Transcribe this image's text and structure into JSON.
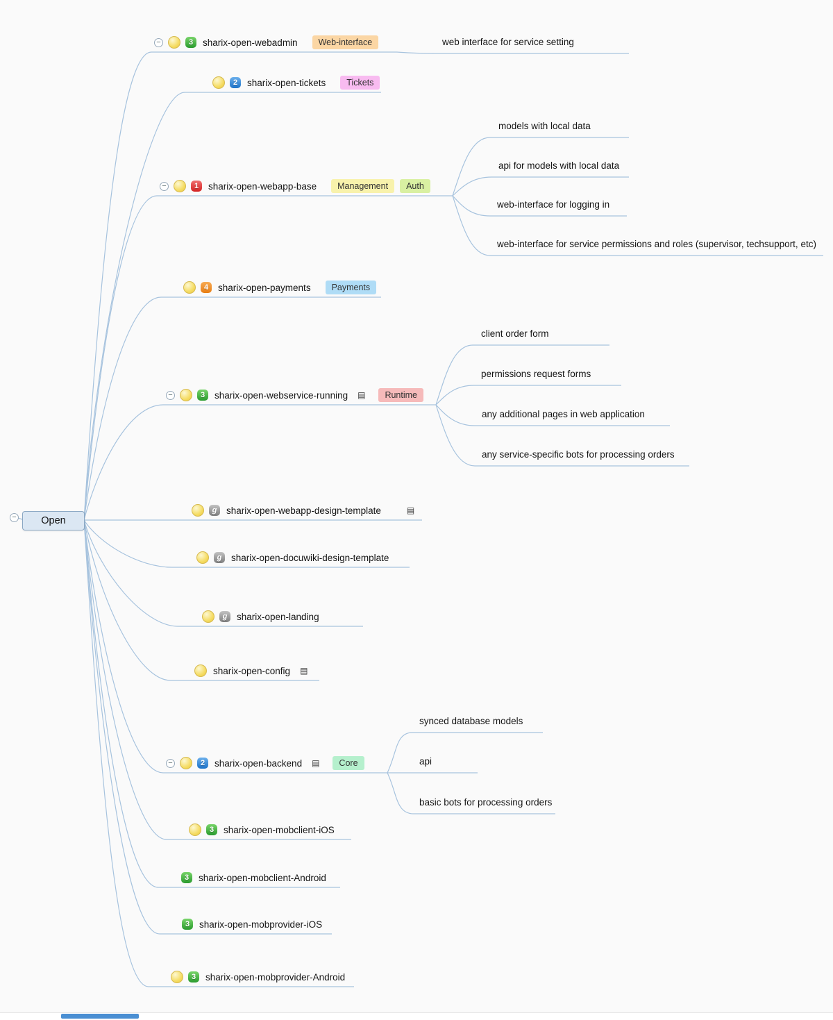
{
  "root": {
    "label": "Open"
  },
  "icons": {
    "collapse_glyph": "−",
    "note_glyph": "▤"
  },
  "colors": {
    "background": "#fafafa",
    "edge": "#a7c3de",
    "root_bg": "#dbe7f3",
    "idea_icon_yellow": "#f5dc64",
    "priority_green": "#2a9b2e",
    "priority_blue": "#1d72c8",
    "priority_red": "#d42222",
    "priority_orange": "#e87d12",
    "priority_gray": "#7e7e7e",
    "tag_web_interface": "#fbd6a4",
    "tag_tickets": "#f8bbf0",
    "tag_management": "#f8f2ac",
    "tag_auth": "#d9f0a2",
    "tag_payments": "#afdcf6",
    "tag_runtime": "#f6baba",
    "tag_core": "#b5f0cd",
    "scrollbar_thumb": "#4a8fd3"
  },
  "branches": [
    {
      "label": "sharix-open-webadmin",
      "priority": "3",
      "tags": [
        {
          "label": "Web-interface"
        }
      ],
      "children": [
        {
          "label": "web interface for service setting"
        }
      ]
    },
    {
      "label": "sharix-open-tickets",
      "priority": "2",
      "tags": [
        {
          "label": "Tickets"
        }
      ],
      "children": []
    },
    {
      "label": "sharix-open-webapp-base",
      "priority": "1",
      "tags": [
        {
          "label": "Management"
        },
        {
          "label": "Auth"
        }
      ],
      "children": [
        {
          "label": "models with local data"
        },
        {
          "label": "api for models with local data"
        },
        {
          "label": "web-interface for logging in"
        },
        {
          "label": "web-interface for service permissions and roles (supervisor, techsupport, etc)"
        }
      ]
    },
    {
      "label": "sharix-open-payments",
      "priority": "4",
      "tags": [
        {
          "label": "Payments"
        }
      ],
      "children": []
    },
    {
      "label": "sharix-open-webservice-running",
      "priority": "3",
      "tags": [
        {
          "label": "Runtime"
        }
      ],
      "children": [
        {
          "label": "client order form"
        },
        {
          "label": "permissions request forms"
        },
        {
          "label": "any additional pages in web application"
        },
        {
          "label": "any service-specific bots for processing orders"
        }
      ]
    },
    {
      "label": "sharix-open-webapp-design-template",
      "priority": "g",
      "tags": [],
      "children": []
    },
    {
      "label": "sharix-open-docuwiki-design-template",
      "priority": "g",
      "tags": [],
      "children": []
    },
    {
      "label": "sharix-open-landing",
      "priority": "g",
      "tags": [],
      "children": []
    },
    {
      "label": "sharix-open-config",
      "priority": "",
      "tags": [],
      "children": []
    },
    {
      "label": "sharix-open-backend",
      "priority": "2",
      "tags": [
        {
          "label": "Core"
        }
      ],
      "children": [
        {
          "label": "synced database models"
        },
        {
          "label": "api"
        },
        {
          "label": "basic bots for processing orders"
        }
      ]
    },
    {
      "label": "sharix-open-mobclient-iOS",
      "priority": "3",
      "tags": [],
      "children": []
    },
    {
      "label": "sharix-open-mobclient-Android",
      "priority": "3",
      "tags": [],
      "children": []
    },
    {
      "label": "sharix-open-mobprovider-iOS",
      "priority": "3",
      "tags": [],
      "children": []
    },
    {
      "label": "sharix-open-mobprovider-Android",
      "priority": "3",
      "tags": [],
      "children": []
    }
  ]
}
